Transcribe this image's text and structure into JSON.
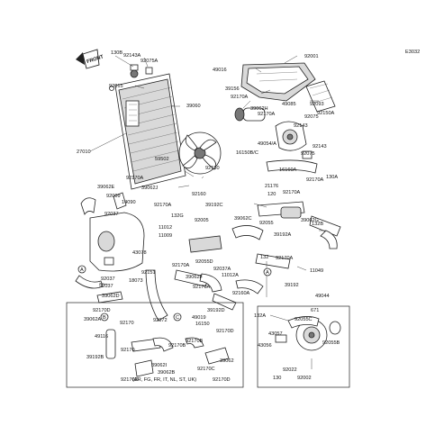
{
  "diagram": {
    "code": "E3032",
    "front_label": "FRONT",
    "note": "(AR, FG, FR, IT, NL, ST, UK)",
    "circle_markers": [
      "A",
      "B",
      "C"
    ],
    "labels": [
      "130B",
      "92143A",
      "92075A",
      "92015",
      "39060",
      "27010",
      "92001",
      "49016",
      "39156",
      "92170A",
      "39062H",
      "92170A",
      "49085",
      "92075",
      "92093",
      "92150A",
      "92143",
      "49054/A",
      "16150B/C",
      "92143",
      "16160A",
      "92075",
      "92170A",
      "130A",
      "59502",
      "92150",
      "92170A",
      "39062J",
      "92160",
      "21176",
      "120",
      "92170A",
      "39062E",
      "92009",
      "14090",
      "92037",
      "92170A",
      "132G",
      "39192C",
      "92005",
      "39062C",
      "39062G",
      "92055",
      "39192A",
      "132B",
      "11012",
      "11009",
      "43078",
      "92170A",
      "92151",
      "18073",
      "92037",
      "92037",
      "39062D",
      "39062F",
      "92055D",
      "92037A",
      "11012A",
      "92160A",
      "132",
      "92170A",
      "11049",
      "39192",
      "49044",
      "671",
      "92055C",
      "92055B",
      "43057",
      "43056",
      "92022",
      "130",
      "92002",
      "132A",
      "39192D",
      "92170A",
      "92170D",
      "39062A",
      "92170",
      "49116",
      "92170",
      "39192B",
      "92170D",
      "92072",
      "49019",
      "16150",
      "92170B",
      "92170D",
      "92170B",
      "39062I",
      "39062B",
      "92170C",
      "39062",
      "92170D"
    ]
  }
}
